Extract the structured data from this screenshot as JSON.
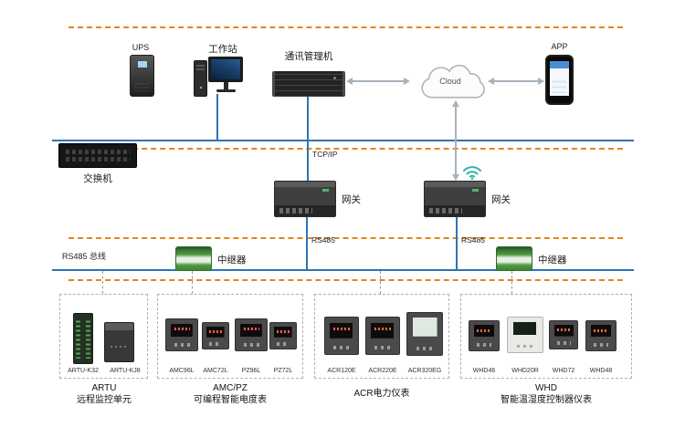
{
  "top_row": {
    "ups_label": "UPS",
    "workstation_label": "工作站",
    "comm_server_label": "通讯管理机",
    "cloud_label": "Cloud",
    "app_label": "APP"
  },
  "network": {
    "switch_label": "交换机",
    "tcpip_label": "TCP/IP",
    "gateway_left_label": "网关",
    "gateway_right_label": "网关",
    "rs485_bus_label": "RS485 总线",
    "rs485_left_label": "RS485",
    "rs485_right_label": "RS485",
    "repeater_left_label": "中继器",
    "repeater_right_label": "中继器"
  },
  "device_groups": [
    {
      "id": "artu",
      "devices": [
        "ARTU-K32",
        "ARTU-KJ8"
      ],
      "caption_lines": [
        "ARTU",
        "远程监控单元"
      ]
    },
    {
      "id": "amc-pz",
      "devices": [
        "AMC96L",
        "AMC72L",
        "PZ96L",
        "PZ72L"
      ],
      "caption_lines": [
        "AMC/PZ",
        "可编程智能电度表"
      ]
    },
    {
      "id": "acr",
      "devices": [
        "ACR120E",
        "ACR220E",
        "ACR320EG"
      ],
      "caption_lines": [
        "ACR电力仪表"
      ]
    },
    {
      "id": "whd",
      "devices": [
        "WHD46",
        "WHD20R",
        "WHD72",
        "WHD48"
      ],
      "caption_lines": [
        "WHD",
        "智能温湿度控制器仪表"
      ]
    }
  ],
  "colors": {
    "bus_orange": "#E8831D",
    "bus_blue": "#2E74B5",
    "arrow_gray": "#A7B2BC",
    "repeater_green": "#4C9B40",
    "wifi_teal": "#35B3A5"
  }
}
